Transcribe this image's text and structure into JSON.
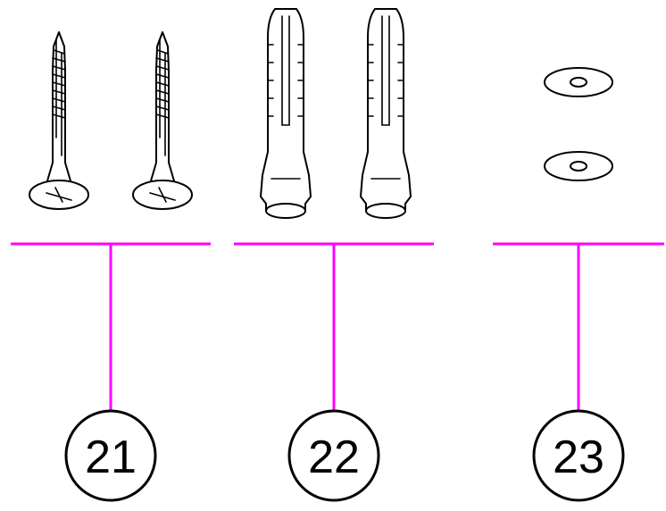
{
  "colors": {
    "leader": "#ff00ff",
    "ink": "#000000",
    "background": "#ffffff"
  },
  "parts": [
    {
      "number": "21",
      "icon": "wood-screw-icon",
      "quantity_shown": 2
    },
    {
      "number": "22",
      "icon": "wall-anchor-icon",
      "quantity_shown": 2
    },
    {
      "number": "23",
      "icon": "washer-icon",
      "quantity_shown": 2
    }
  ]
}
